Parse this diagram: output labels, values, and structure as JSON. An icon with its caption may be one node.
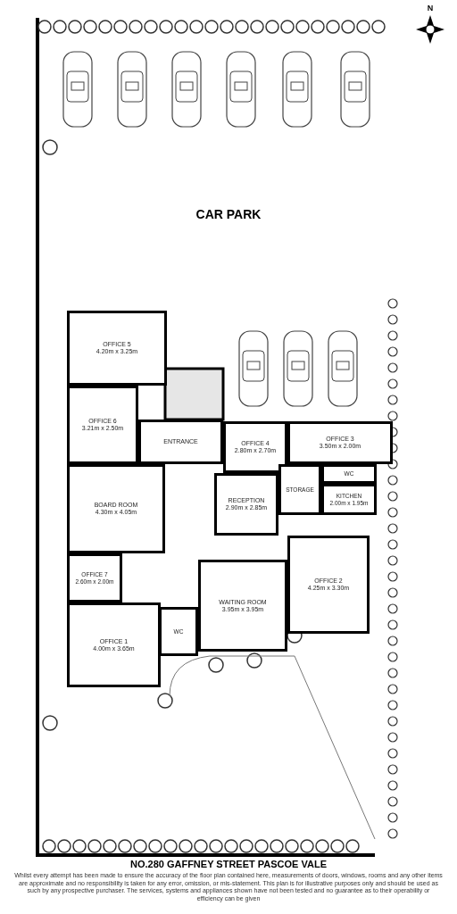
{
  "diagram": {
    "title": "NO.280 GAFFNEY STREET PASCOE VALE",
    "caption": "Whilst every attempt has been made to ensure the accuracy of the floor plan contained here, measurements of doors, windows, rooms and any other items are approximate and no responsibility is taken for any error, omission, or mis-statement. This plan is for illustrative purposes only and should be used as such by any prospective purchaser. The services, systems and appliances shown have not been tested and no guarantee as to their operability or efficiency can be given",
    "nodes": [
      {
        "text": [
          "OFFICE 5",
          "4.20m x 3.25m"
        ]
      },
      {
        "text": [
          "OFFICE 6",
          "3.21m x 2.50m"
        ]
      },
      {
        "text": [
          "ENTRANCE"
        ]
      },
      {
        "text": [
          "OFFICE 4",
          "2.80m x 2.70m"
        ]
      },
      {
        "text": [
          "OFFICE 3",
          "3.50m x 2.00m"
        ]
      },
      {
        "text": [
          "BOARD ROOM",
          "4.30m x 4.05m"
        ]
      },
      {
        "text": [
          "WC"
        ]
      },
      {
        "text": [
          "RECEPTION",
          "2.90m x 2.85m"
        ]
      },
      {
        "text": [
          "STORAGE"
        ]
      },
      {
        "text": [
          "KITCHEN",
          "2.00m x 1.95m"
        ]
      },
      {
        "text": [
          "OFFICE 7",
          "2.60m x 2.00m"
        ]
      },
      {
        "text": [
          "OFFICE 2",
          "4.25m x 3.30m"
        ]
      },
      {
        "text": [
          "WAITING ROOM",
          "3.95m x 3.95m"
        ]
      },
      {
        "text": [
          "WC"
        ]
      },
      {
        "text": [
          "OFFICE 1",
          "4.00m x 3.65m"
        ]
      }
    ],
    "labels": [
      "CAR PARK",
      "N"
    ]
  }
}
